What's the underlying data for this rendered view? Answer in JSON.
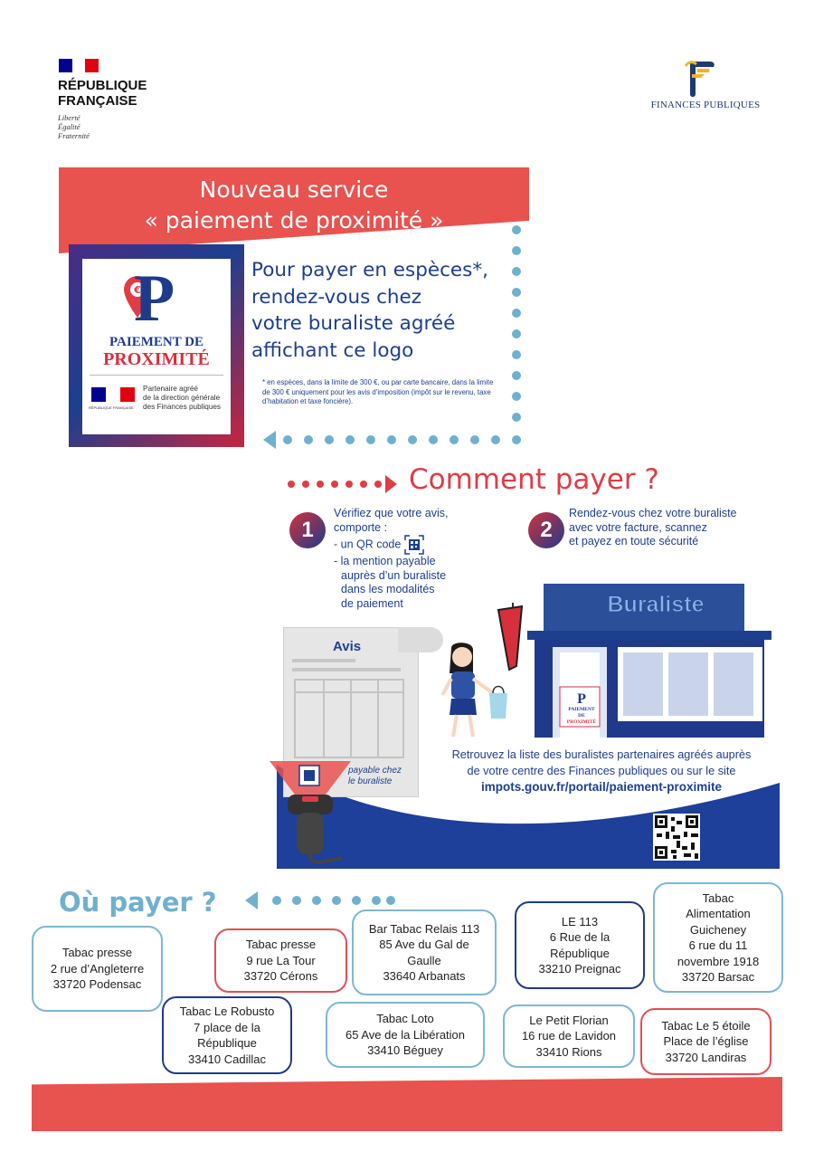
{
  "header": {
    "republique": [
      "RÉPUBLIQUE",
      "FRANÇAISE"
    ],
    "motto": [
      "Liberté",
      "Égalité",
      "Fraternité"
    ],
    "finances_logo_letters": "FP",
    "finances_name": "FINANCES PUBLIQUES"
  },
  "hero": {
    "title_line1": "Nouveau service",
    "title_line2": "« paiement de proximité »",
    "logo": {
      "line1": "PAIEMENT DE",
      "line2": "PROXIMITÉ",
      "partner": [
        "Partenaire agréé",
        "de la direction générale",
        "des Finances publiques"
      ],
      "mini_rf": "RÉPUBLIQUE FRANÇAISE"
    },
    "text_lines": [
      "Pour payer en espèces*,",
      "rendez-vous chez",
      "votre buraliste agréé",
      "affichant ce logo"
    ],
    "footnote": "* en espèces, dans la limite de 300 €, ou par carte bancaire, dans la limite de 300 € uniquement pour les avis d’imposition (impôt sur le revenu, taxe d’habitation et taxe foncière)."
  },
  "how": {
    "title": "Comment payer ?",
    "step1": {
      "number": "1",
      "lines": [
        "Vérifiez que votre avis,",
        "comporte :",
        "- un QR code",
        "- la mention payable",
        "auprès d’un buraliste",
        "dans les modalités",
        "de paiement"
      ]
    },
    "step2": {
      "number": "2",
      "lines": [
        "Rendez-vous chez votre buraliste",
        "avec votre facture, scannez",
        "et payez en toute sécurité"
      ]
    },
    "avis_label": "Avis",
    "payable_lines": [
      "payable chez",
      "le buraliste"
    ],
    "shop_sign": "Buraliste",
    "shop_logo_text": [
      "PAIEMENT DE",
      "PROXIMITÉ"
    ],
    "retrouvez_lines": [
      "Retrouvez la liste des buralistes partenaires agréés auprès",
      "de votre centre des Finances publiques ou sur le site"
    ],
    "url": "impots.gouv.fr/portail/paiement-proximite"
  },
  "where": {
    "title": "Où payer ?",
    "shops": [
      {
        "lines": [
          "Tabac presse",
          "2 rue d’Angleterre",
          "33720 Podensac"
        ],
        "color": "#7eb7d0"
      },
      {
        "lines": [
          "Tabac presse",
          "9 rue La Tour",
          "33720 Cérons"
        ],
        "color": "#e05058"
      },
      {
        "lines": [
          "Bar Tabac Relais 113",
          "85 Ave du Gal de",
          "Gaulle",
          "33640 Arbanats"
        ],
        "color": "#7eb7d0"
      },
      {
        "lines": [
          "LE 113",
          "6 Rue de la",
          "République",
          "33210 Preignac"
        ],
        "color": "#1f3a8a"
      },
      {
        "lines": [
          "Tabac",
          "Alimentation",
          "Guicheney",
          "6 rue du 11",
          "novembre 1918",
          "33720 Barsac"
        ],
        "color": "#7eb7d0"
      },
      {
        "lines": [
          "Tabac Le Robusto",
          "7 place de la",
          "République",
          "33410 Cadillac"
        ],
        "color": "#1f3a8a"
      },
      {
        "lines": [
          "Tabac Loto",
          "65 Ave de la Libération",
          "33410 Béguey"
        ],
        "color": "#7eb7d0"
      },
      {
        "lines": [
          "Le Petit Florian",
          "16 rue de Lavidon",
          "33410 Rions"
        ],
        "color": "#7eb7d0"
      },
      {
        "lines": [
          "Tabac Le 5 étoile",
          "Place de l’église",
          "33720 Landiras"
        ],
        "color": "#e05058"
      }
    ]
  },
  "colors": {
    "accent_red": "#e8524f",
    "navy": "#1d3f8e",
    "light_blue": "#6fb0cd",
    "flag_blue": "#000091",
    "flag_red": "#e1000f"
  }
}
